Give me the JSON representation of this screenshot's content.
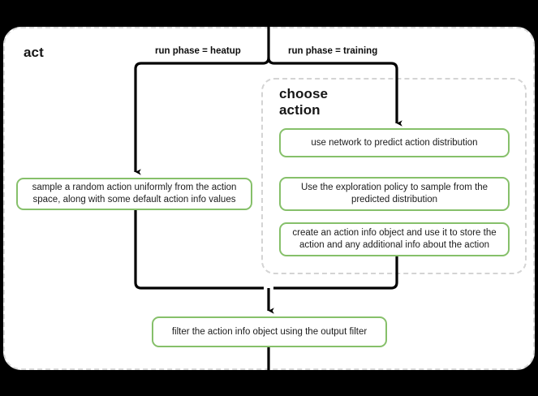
{
  "diagram": {
    "title": "act",
    "type": "flowchart",
    "background_color": "#000000",
    "card_color": "#ffffff",
    "node_border_color": "#86c06a",
    "group_border_color": "#d4d4d4",
    "edge_color": "#000000",
    "subgroup": {
      "title": "choose\naction"
    },
    "edge_labels": {
      "left": "run phase = heatup",
      "right": "run phase = training"
    },
    "nodes": {
      "sample": "sample a random action uniformly from the action space, along with some default action info values",
      "predict": "use network to predict action distribution",
      "explore": "Use the exploration policy to sample from the predicted distribution",
      "create": "create an action info object and use it to store the action and any additional info about the action",
      "filter": "filter the action info object using the output filter"
    }
  }
}
